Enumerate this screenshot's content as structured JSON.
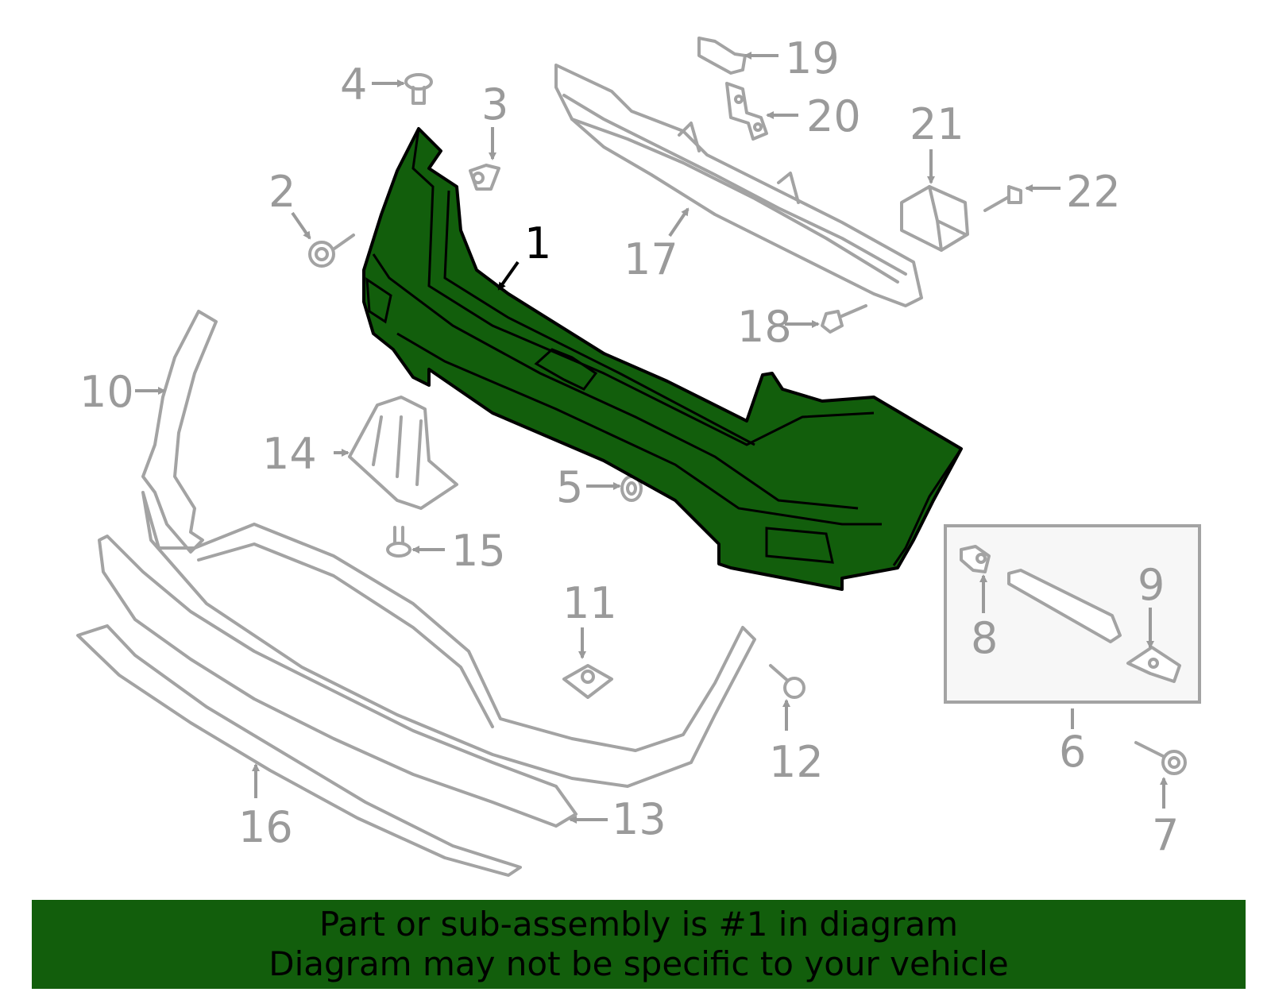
{
  "callouts": {
    "c1": "1",
    "c2": "2",
    "c3": "3",
    "c4": "4",
    "c5": "5",
    "c6": "6",
    "c7": "7",
    "c8": "8",
    "c9": "9",
    "c10": "10",
    "c11": "11",
    "c12": "12",
    "c13": "13",
    "c14": "14",
    "c15": "15",
    "c16": "16",
    "c17": "17",
    "c18": "18",
    "c19": "19",
    "c20": "20",
    "c21": "21",
    "c22": "22"
  },
  "colors": {
    "highlight_part": "#125e0c",
    "banner": "#125e0c",
    "part_outline": "#a3a3a3",
    "callout_text": "#9a9a9a"
  },
  "banner": {
    "line1": "Part or sub-assembly is #1 in diagram",
    "line2": "Diagram may not be specific to your vehicle"
  }
}
